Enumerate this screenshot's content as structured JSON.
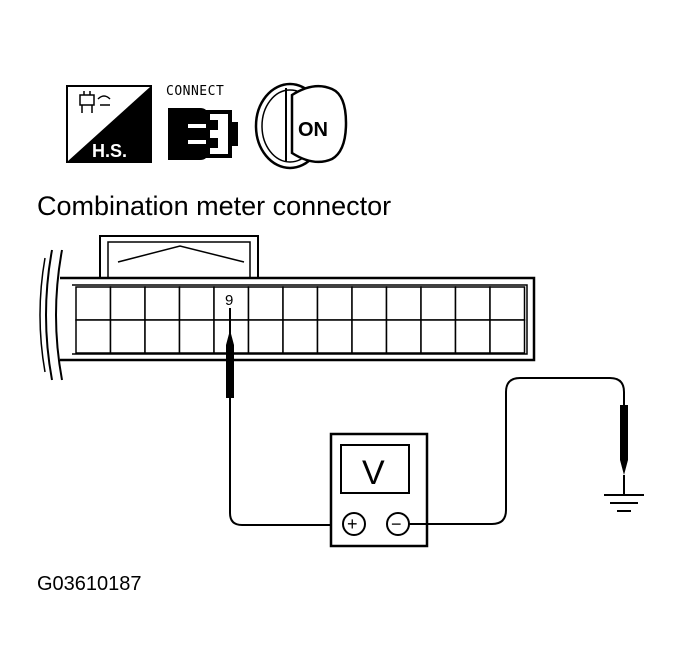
{
  "icons": {
    "hs_label": "H.S.",
    "connect_label": "CONNECT",
    "ignition_label": "ON"
  },
  "title": "Combination meter connector",
  "connector": {
    "pin_label": "9",
    "columns": 13,
    "rows": 2
  },
  "meter": {
    "display": "V",
    "positive_label": "+",
    "negative_label": "−"
  },
  "figure_code": "G03610187"
}
